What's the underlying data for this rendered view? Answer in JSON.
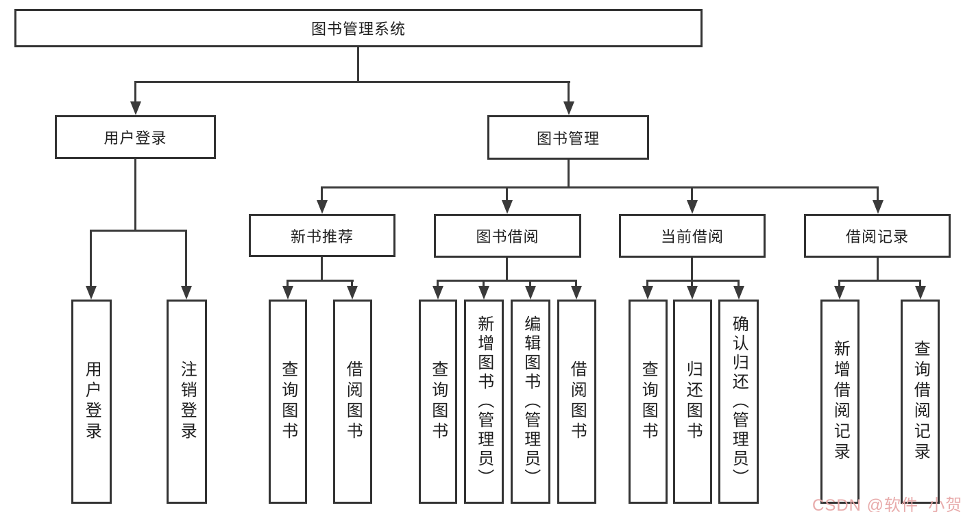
{
  "diagram_title": "图书管理系统",
  "nodes": {
    "root": "图书管理系统",
    "user_login": "用户登录",
    "book_mgmt": "图书管理",
    "new_book_rec": "新书推荐",
    "book_borrow": "图书借阅",
    "current_borrow": "当前借阅",
    "borrow_records": "借阅记录",
    "leaf_user_login": "用户登录",
    "leaf_logout": "注销登录",
    "leaf_query_books_1": "查询图书",
    "leaf_borrow_book_1": "借阅图书",
    "leaf_query_books_2": "查询图书",
    "leaf_add_book": "新增图书（管理员）",
    "leaf_edit_book": "编辑图书（管理员）",
    "leaf_borrow_book_2": "借阅图书",
    "leaf_query_books_3": "查询图书",
    "leaf_return_book": "归还图书",
    "leaf_confirm_return": "确认归还（管理员）",
    "leaf_add_borrow_record": "新增借阅记录",
    "leaf_query_borrow_record": "查询借阅记录"
  },
  "hierarchy": {
    "图书管理系统": {
      "用户登录": [
        "用户登录",
        "注销登录"
      ],
      "图书管理": {
        "新书推荐": [
          "查询图书",
          "借阅图书"
        ],
        "图书借阅": [
          "查询图书",
          "新增图书（管理员）",
          "编辑图书（管理员）",
          "借阅图书"
        ],
        "当前借阅": [
          "查询图书",
          "归还图书",
          "确认归还（管理员）"
        ],
        "借阅记录": [
          "新增借阅记录",
          "查询借阅记录"
        ]
      }
    }
  },
  "watermark": "CSDN @软件_小贺同学",
  "colors": {
    "line": "#3a3a3a",
    "box_border": "#333333",
    "background": "#ffffff",
    "watermark": "#e7a6a6"
  }
}
